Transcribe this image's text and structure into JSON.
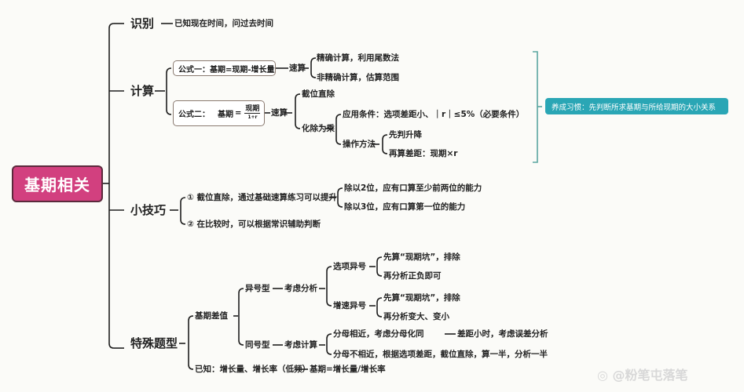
{
  "root": {
    "label": "基期相关",
    "color": "#d2407f"
  },
  "branches": {
    "identify": {
      "label": "识别",
      "note": "已知现在时间，问过去时间"
    },
    "calc": {
      "label": "计算",
      "formula1": {
        "label": "公式一：基期=现期-增长量",
        "method": "速算",
        "children": [
          "精确计算，利用尾数法",
          "非精确计算，估算范围"
        ]
      },
      "formula2": {
        "prefix": "公式二：",
        "lhs": "基期",
        "eq": "=",
        "numerator": "现期",
        "denominator": "1+r",
        "method": "速算",
        "children": {
          "truncate": "截位直除",
          "div_to_mul": {
            "label": "化除为乘",
            "condition": "应用条件：选项差距小、｜r｜≤5%（必要条件）",
            "operation": {
              "label": "操作方法",
              "steps": [
                "先判升降",
                "再算差距：现期×r"
              ]
            }
          }
        }
      },
      "habit": "养成习惯：先判断所求基期与所给现期的大小关系"
    },
    "tips": {
      "label": "小技巧",
      "tip1": "① 截位直除，通过基础速算练习可以提升",
      "tip1_children": [
        "除以2位，应有口算至少前两位的能力",
        "除以3位，应有口算第一位的能力"
      ],
      "tip2": "② 在比较时，可以根据常识辅助判断"
    },
    "special": {
      "label": "特殊题型",
      "diff": {
        "label": "基期差值",
        "opposite": {
          "label": "异号型",
          "analysis": "考虑分析",
          "option_sign": {
            "label": "选项异号",
            "steps": [
              "先算“现期坑”，排除",
              "再分析正负即可"
            ]
          },
          "rate_sign": {
            "label": "增速异号",
            "steps": [
              "先算“现期坑”，排除",
              "再分析变大、变小"
            ]
          }
        },
        "same": {
          "label": "同号型",
          "calc": "考虑计算",
          "near": "分母相近，考虑分母化同",
          "near_result": "差距小时，考虑误差分析",
          "far": "分母不相近，根据选项差距，截位直除，算一半，分析一半"
        }
      },
      "known": {
        "label": "已知：增长量、增长率（低频）",
        "result": "基期=增长量/增长率"
      }
    }
  },
  "watermark": "@粉笔屯落笔"
}
